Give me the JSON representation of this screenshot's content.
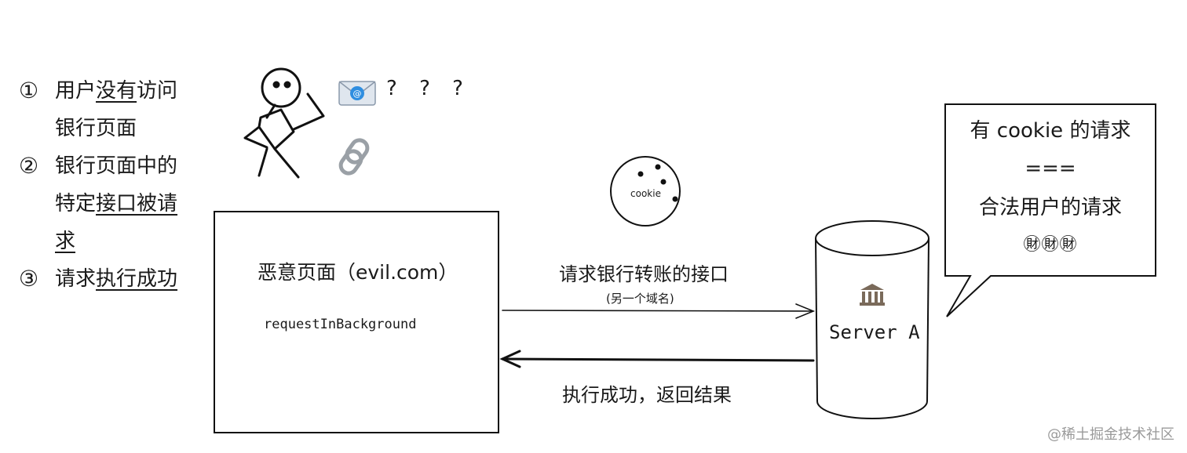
{
  "steps": [
    {
      "num": "①",
      "parts": [
        {
          "t": "用户",
          "u": false
        },
        {
          "t": "没有",
          "u": true
        },
        {
          "t": "访问银行页面",
          "u": false
        }
      ]
    },
    {
      "num": "②",
      "parts": [
        {
          "t": "银行页面中的特定",
          "u": false
        },
        {
          "t": "接口被请求",
          "u": true
        }
      ]
    },
    {
      "num": "③",
      "parts": [
        {
          "t": "请求",
          "u": false
        },
        {
          "t": "执行成功",
          "u": true
        }
      ]
    }
  ],
  "question_marks": "? ? ?",
  "cookie_label": "cookie",
  "evil_page": {
    "title": "恶意页面（evil.com）",
    "function": "requestInBackground"
  },
  "request": {
    "label": "请求银行转账的接口",
    "sublabel": "(另一个域名)"
  },
  "response": {
    "label": "执行成功，返回结果"
  },
  "server": {
    "label": "Server A",
    "icon": "bank-icon"
  },
  "bubble": {
    "line1": "有 cookie 的请求",
    "line2": "===",
    "line3": "合法用户的请求",
    "line4": "㊖㊖㊖"
  },
  "watermark": "@稀土掘金技术社区",
  "icons": [
    "stick-figure-icon",
    "email-icon",
    "link-icon",
    "cookie-icon",
    "bank-icon"
  ]
}
